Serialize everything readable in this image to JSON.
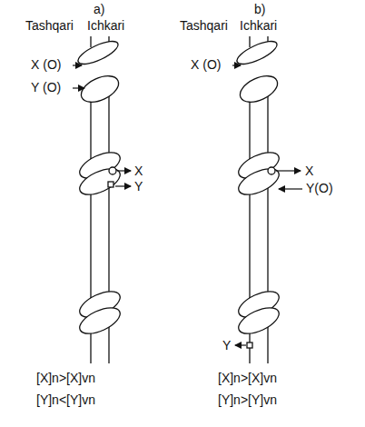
{
  "diagram": {
    "labels": [
      "a)",
      "b)",
      "Tashqari",
      "Ichkari",
      "Tashqari",
      "Ichkari",
      "X (O)",
      "Y (O)",
      "X",
      "Y",
      "[X]n>[X]vn",
      "[Y]n<[Y]vn",
      "X (O)",
      "X",
      "Y(O)",
      "Y",
      "[X]n>[X]vn",
      "[Y]n>[Y]vn"
    ]
  }
}
